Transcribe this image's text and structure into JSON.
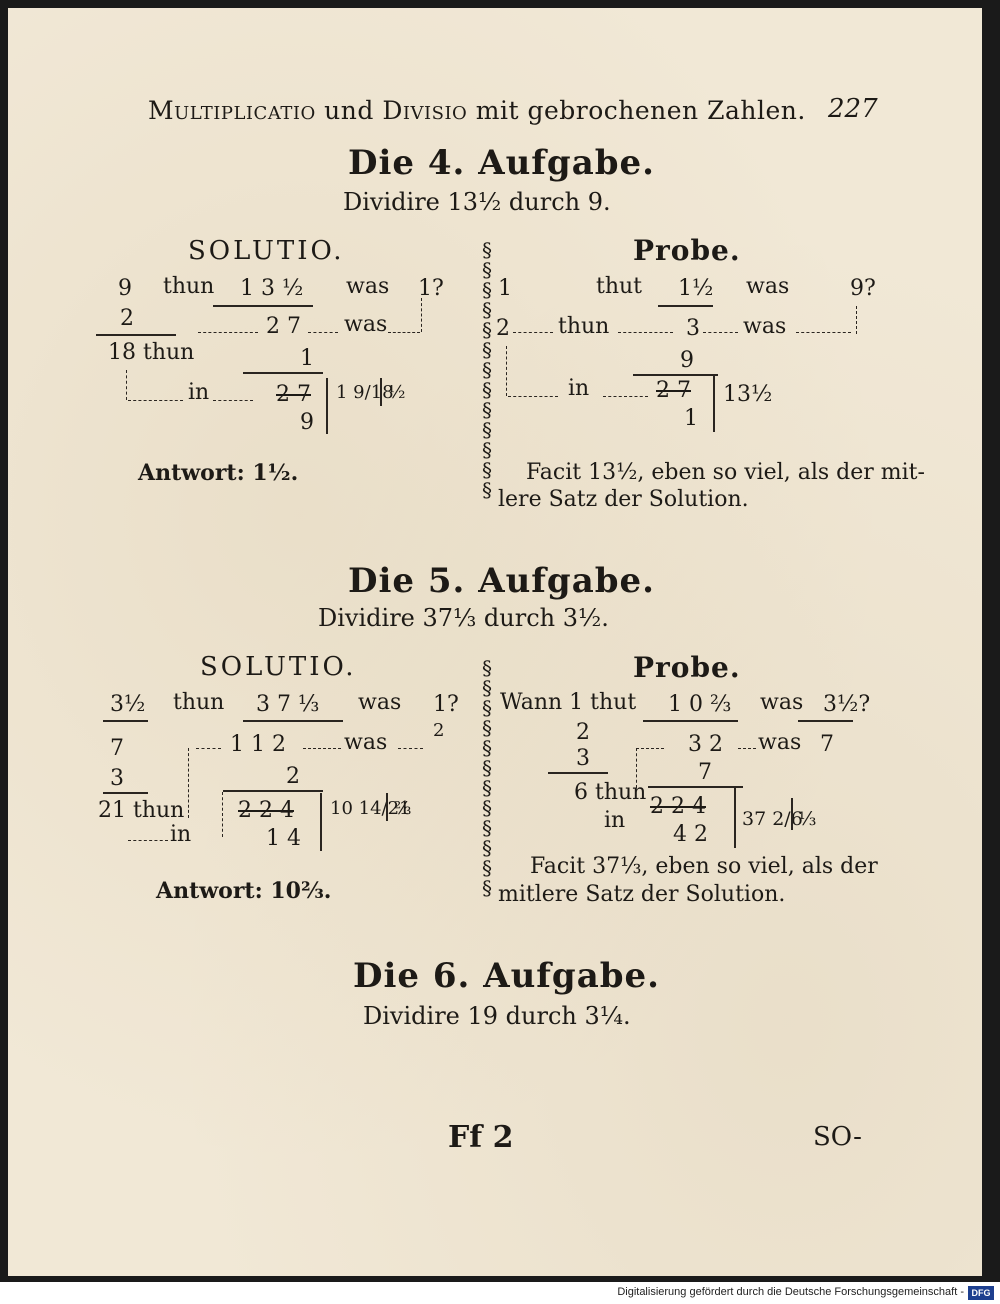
{
  "header": {
    "title_a": "Multiplicatio",
    "title_b": "und",
    "title_c": "Divisio",
    "title_d": "mit gebrochenen Zahlen.",
    "page_number": "227"
  },
  "task4": {
    "heading": "Die 4. Aufgabe.",
    "statement": "Dividire 13½ durch 9.",
    "solutio_label": "SOLUTIO.",
    "probe_label": "Probe.",
    "sol_row1": [
      "9",
      "thun",
      "1 3 ½",
      "was",
      "1?"
    ],
    "sol_lines": [
      "2",
      "18 thun",
      "2 7",
      "was",
      "1",
      "in",
      "2 7",
      "9",
      "1 9/18",
      "½"
    ],
    "probe_row1": [
      "1",
      "thut",
      "1½",
      "was",
      "9?"
    ],
    "probe_lines": [
      "2",
      "thun",
      "3",
      "was",
      "9",
      "in",
      "2 7",
      "1",
      "13½"
    ],
    "answer": "Antwort: 1½.",
    "probe_text_1": "Facit 13½, eben so viel, als der mit-",
    "probe_text_2": "lere Satz der Solution."
  },
  "task5": {
    "heading": "Die 5. Aufgabe.",
    "statement": "Dividire 37⅓ durch 3½.",
    "solutio_label": "SOLUTIO.",
    "probe_label": "Probe.",
    "sol_row1": [
      "3½",
      "thun",
      "3 7 ⅓",
      "was",
      "1?"
    ],
    "sol_lines": [
      "7",
      "3",
      "21 thun",
      "in",
      "1 1 2",
      "was",
      "2",
      "2",
      "2 2 4",
      "1 4",
      "10 14/21",
      "⅔"
    ],
    "probe_row1": [
      "Wann 1 thut",
      "1 0 ⅔",
      "was",
      "3½?"
    ],
    "probe_lines": [
      "2",
      "3",
      "6 thun",
      "in",
      "3 2",
      "was",
      "7",
      "7",
      "2 2 4",
      "4 2",
      "37 2/6",
      "⅓"
    ],
    "answer": "Antwort: 10⅔.",
    "probe_text_1": "Facit 37⅓, eben so viel, als der",
    "probe_text_2": "mitlere Satz der Solution."
  },
  "task6": {
    "heading": "Die 6. Aufgabe.",
    "statement": "Dividire 19 durch 3¼."
  },
  "footer": {
    "signature": "Ff 2",
    "catchword": "SO-"
  },
  "digitization": {
    "notice": "Digitalisierung gefördert durch die Deutsche Forschungsgemeinschaft -",
    "logo": "DFG"
  }
}
